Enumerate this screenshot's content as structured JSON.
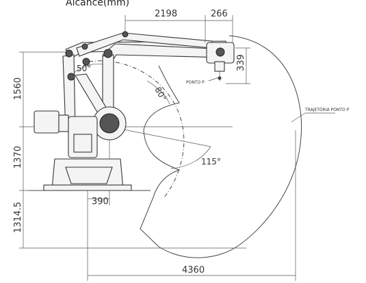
{
  "header": {
    "text": "Alcance(mm)"
  },
  "dimensions": {
    "top_arm_length": "2198",
    "top_offset": "266",
    "wrist_height": "339",
    "upper_height": "1560",
    "mid_height": "1370",
    "lower_height": "1314.5",
    "base_offset": "390",
    "total_reach": "4360"
  },
  "angles": {
    "upper_left": "50°",
    "forearm": "80°",
    "lower": "115°"
  },
  "labels": {
    "point_p": "PONTO P",
    "trajectory": "TRAJETÓRIA PONTO P"
  },
  "colors": {
    "line": "#444444",
    "background": "#ffffff"
  }
}
